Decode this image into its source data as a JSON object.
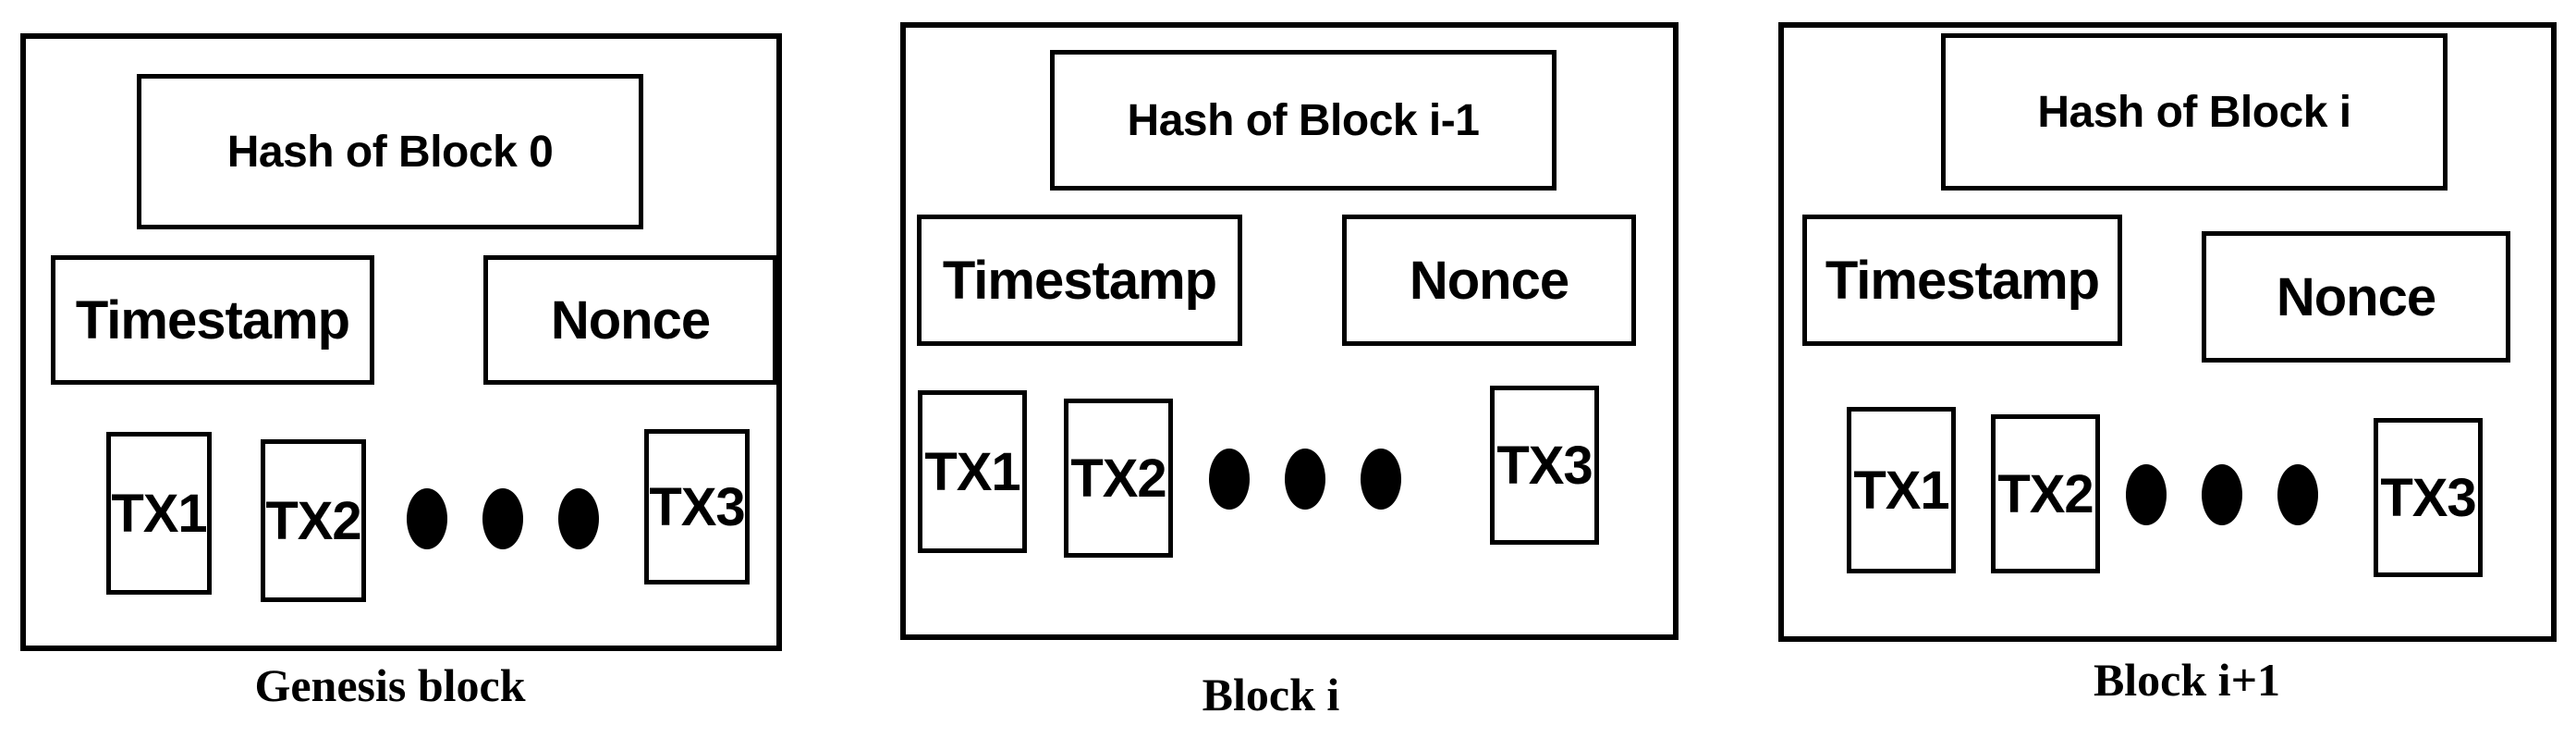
{
  "blocks": [
    {
      "caption": "Genesis block",
      "hash_label": "Hash of Block 0",
      "timestamp_label": "Timestamp",
      "nonce_label": "Nonce",
      "tx": [
        "TX1",
        "TX2",
        "TX3"
      ]
    },
    {
      "caption": "Block i",
      "hash_label": "Hash of Block i-1",
      "timestamp_label": "Timestamp",
      "nonce_label": "Nonce",
      "tx": [
        "TX1",
        "TX2",
        "TX3"
      ]
    },
    {
      "caption": "Block i+1",
      "hash_label": "Hash of Block i",
      "timestamp_label": "Timestamp",
      "nonce_label": "Nonce",
      "tx": [
        "TX1",
        "TX2",
        "TX3"
      ]
    }
  ]
}
